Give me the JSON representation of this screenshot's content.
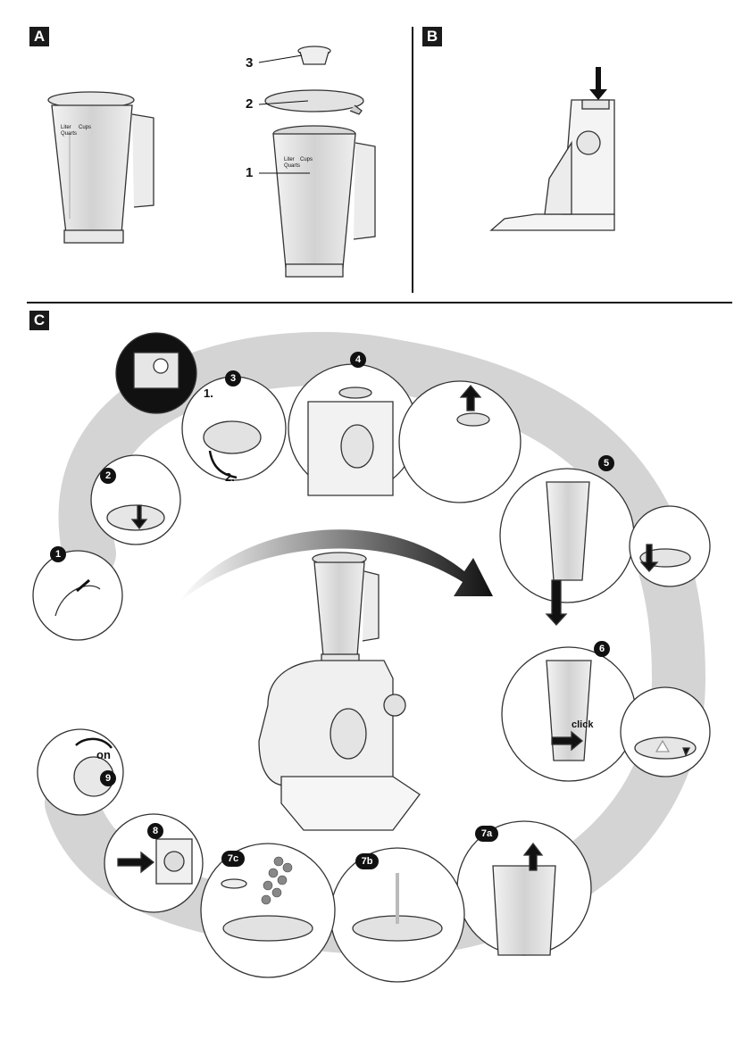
{
  "sections": {
    "a": "A",
    "b": "B",
    "c": "C"
  },
  "parts": {
    "p1": "1",
    "p2": "2",
    "p3": "3"
  },
  "steps": {
    "s1": "1",
    "s2": "2",
    "s3": "3",
    "s4": "4",
    "s5": "5",
    "s6": "6",
    "s7a": "7a",
    "s7b": "7b",
    "s7c": "7c",
    "s8": "8",
    "s9": "9"
  },
  "substeps": {
    "first": "1.",
    "second": "2."
  },
  "labels": {
    "on": "on",
    "click": "click"
  },
  "jug_marks": {
    "liter": "Liter",
    "quarts": "Quarts",
    "cups": "Cups"
  },
  "colors": {
    "ink": "#111111",
    "shade": "#cfcfcf",
    "light": "#ececec",
    "glass": "#dcdcdc"
  }
}
